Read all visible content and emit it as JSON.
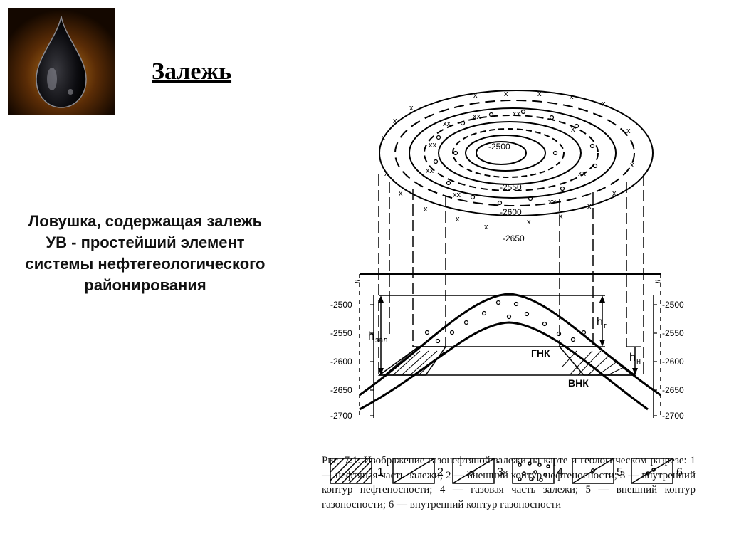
{
  "slide": {
    "title": "Залежь",
    "body_text": "Ловушка, содержащая залежь УВ - простейший элемент системы нефтегеологического районирования",
    "logo_icon": "oil-drop-icon"
  },
  "map": {
    "contour_labels": [
      "-2500",
      "-2550",
      "-2600",
      "-2650"
    ]
  },
  "section": {
    "depth_labels_left": [
      "-2500",
      "-2550",
      "-2600",
      "-2650",
      "-2700"
    ],
    "depth_labels_right": [
      "-2500",
      "-2550",
      "-2600",
      "-2650",
      "-2700"
    ],
    "h_zal": "h",
    "h_zal_sub": "зал",
    "h_g": "h",
    "h_g_sub": "г",
    "h_n": "h",
    "h_n_sub": "н",
    "gnk": "ГНК",
    "vnk": "ВНК"
  },
  "legend": {
    "items": [
      "1",
      "2",
      "3",
      "4",
      "5",
      "6"
    ]
  },
  "caption": {
    "text": "Рис. 7.1. Изображение газонефтяной залежи на карте и геологическом разрезе: 1— нефтяная часть залежи; 2 — внешний контур нефтеносности; 3 — внутренний контур нефтеносности; 4 — газовая часть залежи; 5 — внешний контур газоносности; 6 — внутренний контур газоносности"
  }
}
